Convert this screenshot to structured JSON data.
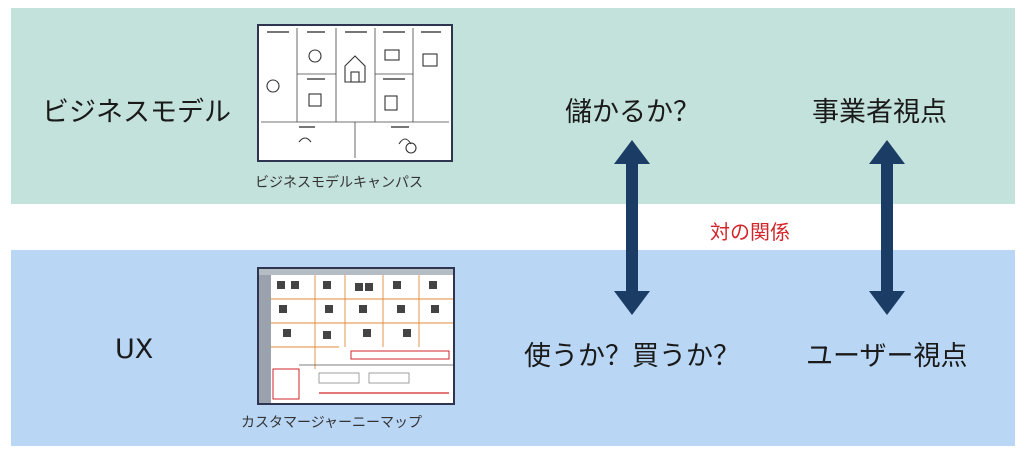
{
  "top_band": {
    "title": "ビジネスモデル",
    "image_caption": "ビジネスモデルキャンパス",
    "question": "儲かるか？",
    "perspective": "事業者視点"
  },
  "bottom_band": {
    "title": "UX",
    "image_caption": "カスタマージャーニーマップ",
    "question": "使うか？買うか？",
    "perspective": "ユーザー視点"
  },
  "relation_label": "対の関係",
  "colors": {
    "top_band": "#c4e2dc",
    "bottom_band": "#b9d6f4",
    "arrow": "#1b3c64",
    "relation_label": "#d3262b"
  },
  "icons": [
    "double-arrow-icon",
    "double-arrow-icon"
  ]
}
